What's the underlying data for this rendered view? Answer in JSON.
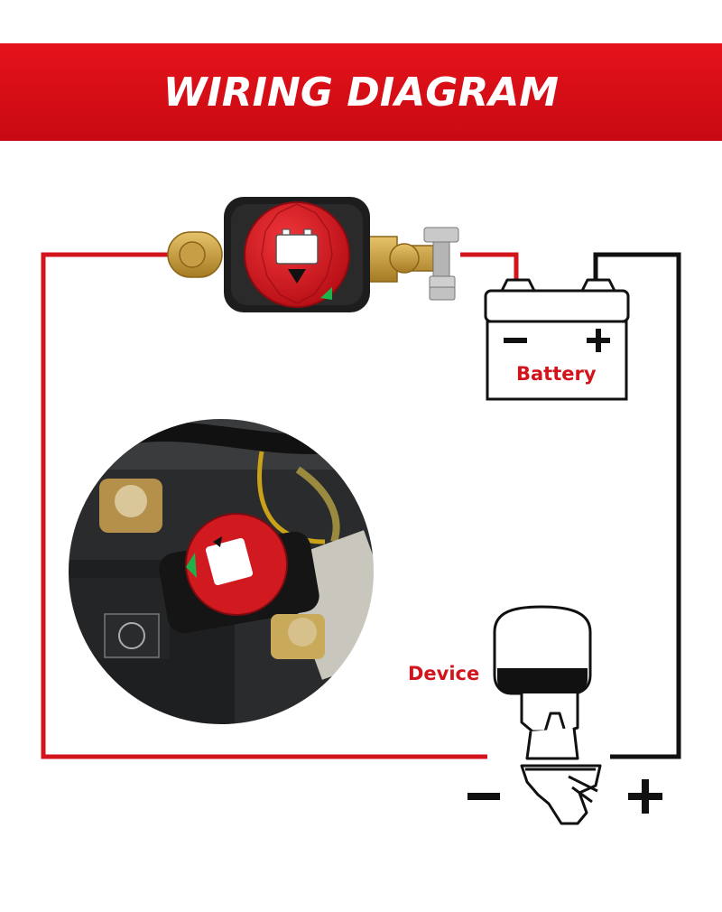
{
  "header": {
    "title": "WIRING DIAGRAM"
  },
  "labels": {
    "battery": "Battery",
    "device": "Device"
  },
  "colors": {
    "accent": "#d2141c",
    "wire_negative": "#d2141c",
    "wire_positive": "#111111"
  },
  "icons": [
    "battery-switch-icon",
    "battery-icon",
    "outboard-motor-icon",
    "installation-photo"
  ]
}
